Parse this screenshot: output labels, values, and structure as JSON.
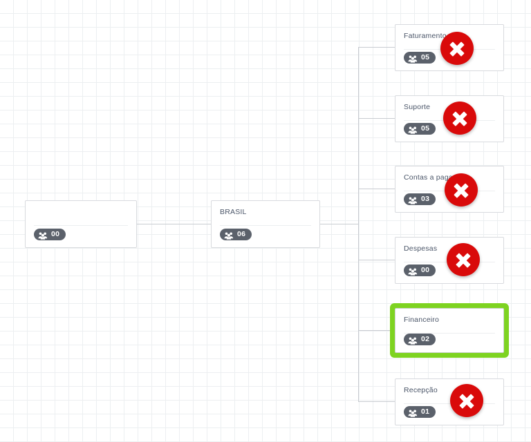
{
  "canvas": {
    "background_color": "#ffffff",
    "grid_color": "#eceff1",
    "connector_color": "#c9ccd1"
  },
  "theme": {
    "card_border": "#d8dade",
    "badge_background": "#5b616b",
    "badge_text": "#ffffff",
    "delete_color": "#d90a0a",
    "selected_outline": "#7ed321",
    "title_color": "#4a5568"
  },
  "org_chart": {
    "root": {
      "id": "root",
      "title": "",
      "member_count": "00",
      "icon": "users-group-icon",
      "deletable": false,
      "selected": false
    },
    "level_1": {
      "id": "brasil",
      "title": "BRASIL",
      "member_count": "06",
      "icon": "users-group-icon",
      "deletable": false,
      "selected": false
    },
    "children": [
      {
        "id": "faturamento",
        "title": "Faturamento",
        "member_count": "05",
        "icon": "users-group-icon",
        "deletable": true,
        "delete_icon": "delete-x-icon",
        "selected": false
      },
      {
        "id": "suporte",
        "title": "Suporte",
        "member_count": "05",
        "icon": "users-group-icon",
        "deletable": true,
        "delete_icon": "delete-x-icon",
        "selected": false
      },
      {
        "id": "contas-a-pagar",
        "title": "Contas a pagar",
        "member_count": "03",
        "icon": "users-group-icon",
        "deletable": true,
        "delete_icon": "delete-x-icon",
        "selected": false
      },
      {
        "id": "despesas",
        "title": "Despesas",
        "member_count": "00",
        "icon": "users-group-icon",
        "deletable": true,
        "delete_icon": "delete-x-icon",
        "selected": false
      },
      {
        "id": "financeiro",
        "title": "Financeiro",
        "member_count": "02",
        "icon": "users-group-icon",
        "deletable": false,
        "selected": true
      },
      {
        "id": "recepcao",
        "title": "Recepção",
        "member_count": "01",
        "icon": "users-group-icon",
        "deletable": true,
        "delete_icon": "delete-x-icon",
        "selected": false
      }
    ]
  }
}
